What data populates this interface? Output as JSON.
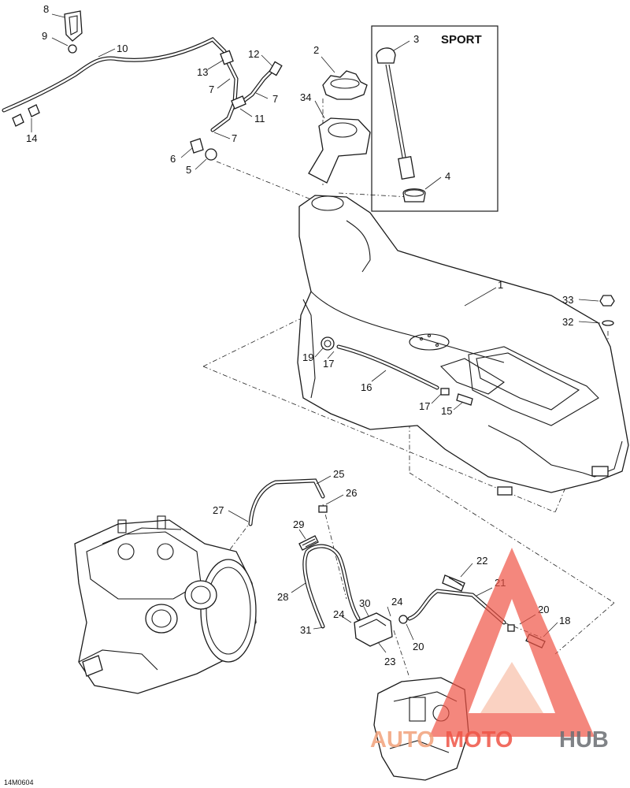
{
  "diagram": {
    "drawing_code": "14M0604",
    "inset_label": "SPORT",
    "callouts": [
      "1",
      "2",
      "3",
      "4",
      "5",
      "6",
      "7",
      "8",
      "9",
      "10",
      "11",
      "12",
      "13",
      "14",
      "15",
      "16",
      "17",
      "18",
      "19",
      "20",
      "21",
      "22",
      "23",
      "24",
      "25",
      "26",
      "27",
      "28",
      "29",
      "30",
      "31",
      "32",
      "33",
      "34"
    ]
  },
  "watermark": {
    "part1": "AUTO",
    "part2": "MOTO",
    "part3": "HUB",
    "colors": {
      "light": "#f2a27b",
      "red": "#ef5446",
      "grey": "#6b6e73"
    }
  }
}
